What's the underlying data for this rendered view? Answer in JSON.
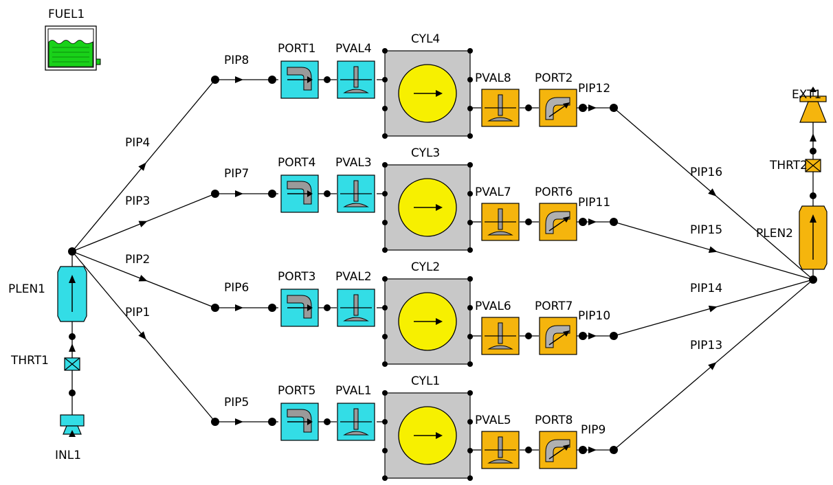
{
  "labels": {
    "fuel": "FUEL1",
    "plen1": "PLEN1",
    "plen2": "PLEN2",
    "thrt1": "THRT1",
    "thrt2": "THRT2",
    "inl": "INL1",
    "ext": "EXT1",
    "cyl": [
      "CYL4",
      "CYL3",
      "CYL2",
      "CYL1"
    ],
    "port_in": [
      "PORT1",
      "PORT4",
      "PORT3",
      "PORT5"
    ],
    "pval_in": [
      "PVAL4",
      "PVAL3",
      "PVAL2",
      "PVAL1"
    ],
    "pval_out": [
      "PVAL8",
      "PVAL7",
      "PVAL6",
      "PVAL5"
    ],
    "port_out": [
      "PORT2",
      "PORT6",
      "PORT7",
      "PORT8"
    ],
    "pip_in_branch": [
      "PIP4",
      "PIP3",
      "PIP2",
      "PIP1"
    ],
    "pip_in_runner": [
      "PIP8",
      "PIP7",
      "PIP6",
      "PIP5"
    ],
    "pip_out_runner": [
      "PIP12",
      "PIP11",
      "PIP10",
      "PIP9"
    ],
    "pip_out_branch": [
      "PIP16",
      "PIP15",
      "PIP14",
      "PIP13"
    ]
  },
  "colors": {
    "intake": "#33dde6",
    "exhaust": "#f5b50d",
    "cylinder_block": "#c8c8c8",
    "piston": "#f7f000",
    "fuel": "#19d119"
  }
}
